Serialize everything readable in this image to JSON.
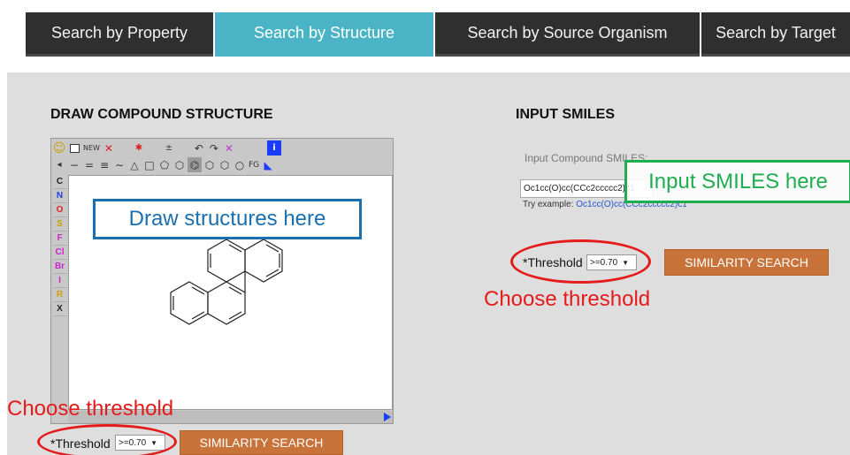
{
  "tabs": [
    {
      "label": "Search by Property",
      "active": false
    },
    {
      "label": "Search by Structure",
      "active": true
    },
    {
      "label": "Search by Source Organism",
      "active": false
    },
    {
      "label": "Search by Target",
      "active": false
    }
  ],
  "draw_section": {
    "heading": "DRAW COMPOUND STRUCTURE",
    "toolbar_new_label": "NEW",
    "toolbar_fg_label": "FG",
    "element_buttons": [
      "C",
      "N",
      "O",
      "S",
      "F",
      "Cl",
      "Br",
      "I",
      "R",
      "X"
    ],
    "element_colors": [
      "#222222",
      "#2244dd",
      "#dd2222",
      "#c8a000",
      "#cc22cc",
      "#cc22cc",
      "#cc22cc",
      "#cc22cc",
      "#d6a000",
      "#222222"
    ],
    "threshold_label": "*Threshold",
    "threshold_value": ">=0.70",
    "search_button": "SIMILARITY SEARCH"
  },
  "smiles_section": {
    "heading": "INPUT SMILES",
    "input_label": "Input Compound SMILES:",
    "input_value": "Oc1cc(O)cc(CCc2ccccc2)c1",
    "try_prefix": "Try example:",
    "try_example": "Oc1cc(O)cc(CCc2ccccc2)c1",
    "threshold_label": "*Threshold",
    "threshold_value": ">=0.70",
    "search_button": "SIMILARITY SEARCH"
  },
  "annotations": {
    "draw_here": "Draw structures here",
    "input_smiles_here": "Input SMILES here",
    "choose_threshold_right": "Choose threshold",
    "choose_threshold_left": "Choose threshold"
  },
  "colors": {
    "tab_dark": "#2f2f2f",
    "tab_active": "#4bb3c6",
    "panel": "#dedede",
    "button": "#c8733a",
    "annotation_red": "#e51b1b",
    "annotation_blue": "#1a6fb0",
    "annotation_green": "#1fae4f"
  }
}
